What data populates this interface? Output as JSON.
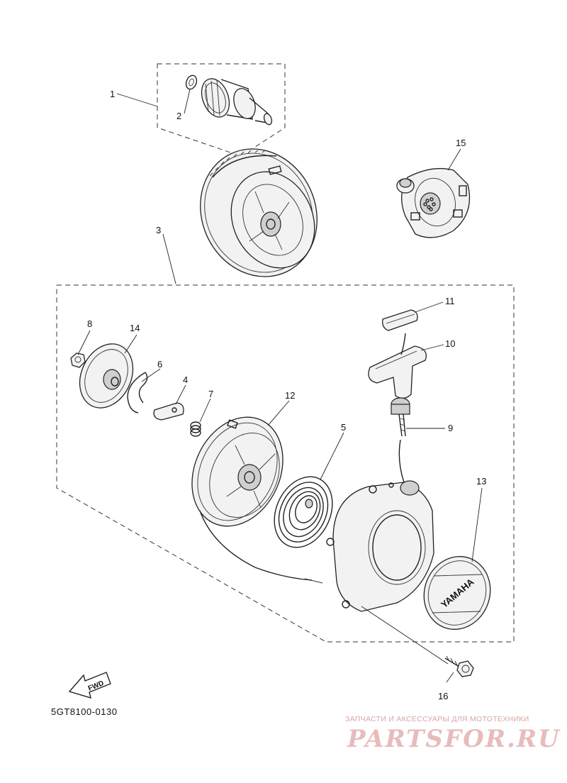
{
  "callouts": {
    "c1": "1",
    "c2": "2",
    "c3": "3",
    "c4": "4",
    "c5": "5",
    "c6": "6",
    "c7": "7",
    "c8": "8",
    "c9": "9",
    "c10": "10",
    "c11": "11",
    "c12": "12",
    "c13": "13",
    "c14": "14",
    "c15": "15",
    "c16": "16"
  },
  "labels": {
    "fwd_arrow": "FWD",
    "cover_emblem": "YAMAHA"
  },
  "figure_code": "5GT8100-0130",
  "watermark": {
    "tagline": "ЗАПЧАСТИ И АКСЕССУАРЫ ДЛЯ МОТОТЕХНИКИ",
    "logo": "PARTSFOR.RU"
  },
  "icons": [
    "fwd-arrow-icon"
  ]
}
